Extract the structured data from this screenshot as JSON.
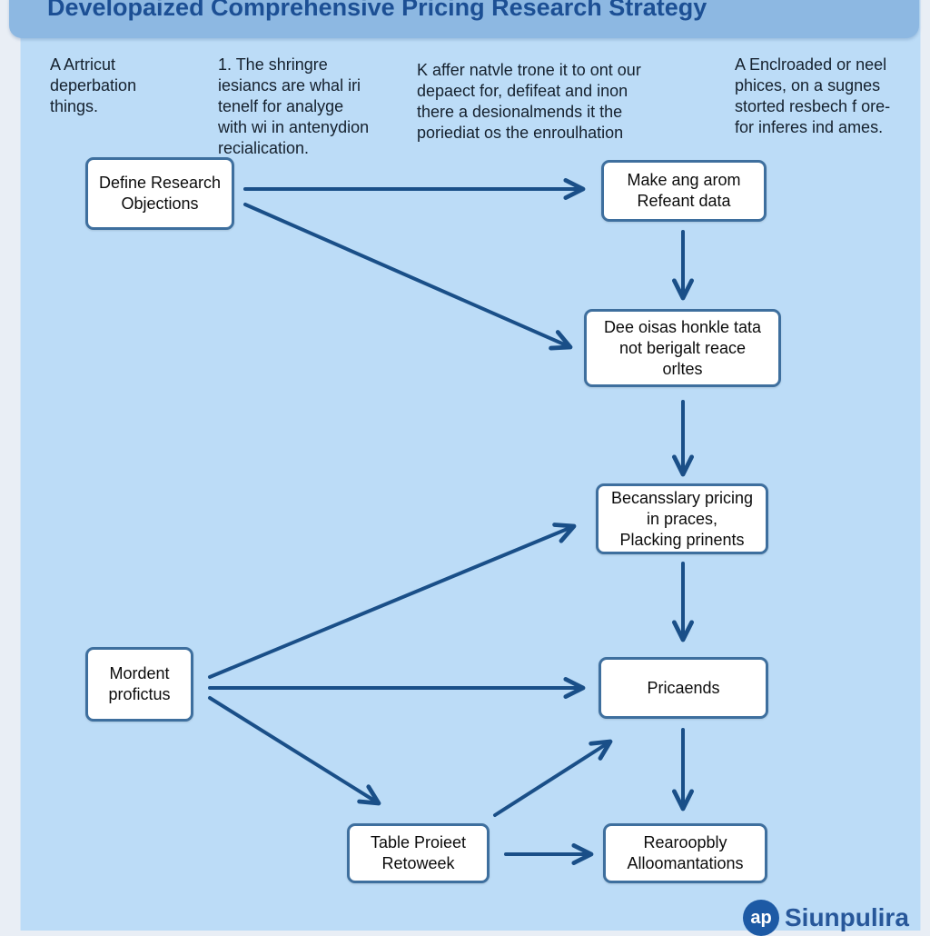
{
  "title": "Developaized Comprehensive Pricing Research Strategy",
  "notes": [
    "A Artricut\ndeperbation\nthings.",
    "1. The shringre\niesiancs are whal iri\ntenelf for analyge\nwith wi in antenydion\nrecialication.",
    "K affer natvle trone it to ont our\ndepaect for, defifeat and inon\nthere a desionalmends it the\nporiediat os the enroulhation",
    "A Enclroaded or neel\nphices, on a sugnes\nstorted resbech f ore-\nfor inferes ind ames."
  ],
  "nodes": {
    "define": "Define Research\nObjections",
    "make": "Make ang arom\nRefeant data",
    "dee": "Dee oisas honkle tata\nnot berigalt reace\norltes",
    "becans": "Becansslary pricing\nin praces,\nPlacking prinents",
    "mordent": "Mordent\nprofictus",
    "pricaends": "Pricaends",
    "table": "Table Proieet\nRetoweek",
    "rearo": "Rearoopbly\nAlloomantations"
  },
  "logo": {
    "mark": "ap",
    "text": "Siunpulira"
  },
  "colors": {
    "panel": "#bcdcf7",
    "arrow": "#1a4f88",
    "node_border": "#3e6f9e",
    "title": "#1c4f94"
  }
}
